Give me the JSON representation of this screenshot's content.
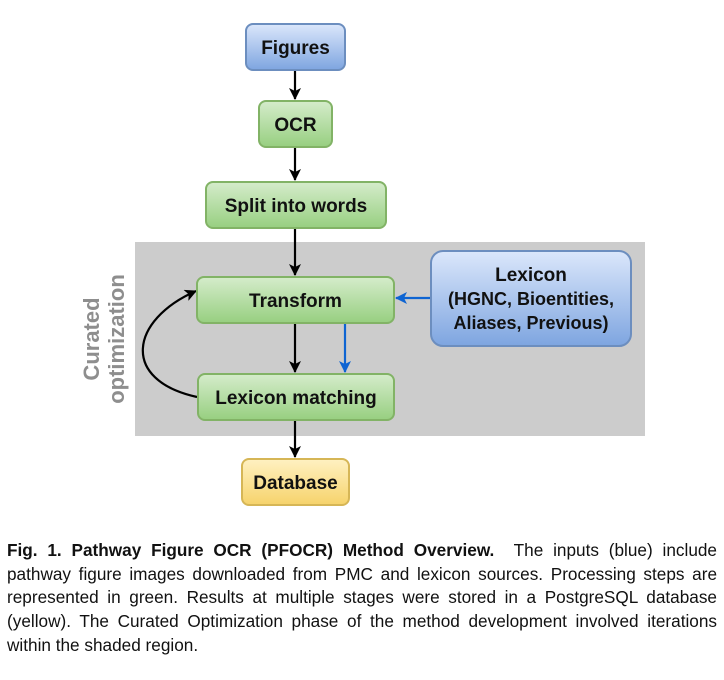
{
  "diagram": {
    "region_label": [
      "Curated",
      "optimization"
    ],
    "colors": {
      "input_fill_top": "#dbe7fb",
      "input_fill_bottom": "#7ea5e0",
      "input_stroke": "#6c8ebf",
      "process_fill_top": "#d5eccb",
      "process_fill_bottom": "#97cf80",
      "process_stroke": "#82b366",
      "output_fill_top": "#fff1c2",
      "output_fill_bottom": "#f6d36b",
      "output_stroke": "#d6b656",
      "shaded_region": "#cccccc",
      "arrow_black": "#000000",
      "arrow_blue": "#0e64d2"
    },
    "nodes": [
      {
        "id": "figures",
        "category": "input",
        "lines": [
          "Figures"
        ]
      },
      {
        "id": "ocr",
        "category": "process",
        "lines": [
          "OCR"
        ]
      },
      {
        "id": "split",
        "category": "process",
        "lines": [
          "Split into words"
        ]
      },
      {
        "id": "transform",
        "category": "process",
        "lines": [
          "Transform"
        ]
      },
      {
        "id": "lexicon",
        "category": "input",
        "lines": [
          "Lexicon",
          "(HGNC, Bioentities,",
          "Aliases, Previous)"
        ]
      },
      {
        "id": "matching",
        "category": "process",
        "lines": [
          "Lexicon matching"
        ]
      },
      {
        "id": "database",
        "category": "output",
        "lines": [
          "Database"
        ]
      }
    ],
    "edges": [
      {
        "from": "figures",
        "to": "ocr",
        "color": "black"
      },
      {
        "from": "ocr",
        "to": "split",
        "color": "black"
      },
      {
        "from": "split",
        "to": "transform",
        "color": "black"
      },
      {
        "from": "lexicon",
        "to": "transform",
        "color": "blue"
      },
      {
        "from": "transform",
        "to": "matching",
        "color": "black"
      },
      {
        "from": "transform",
        "to": "matching",
        "color": "blue",
        "note": "lexicon passes through"
      },
      {
        "from": "matching",
        "to": "transform",
        "color": "black",
        "note": "iteration loop"
      },
      {
        "from": "matching",
        "to": "database",
        "color": "black"
      }
    ]
  },
  "caption": {
    "lead": "Fig. 1. Pathway Figure OCR (PFOCR) Method Overview.",
    "body": "The inputs (blue) include pathway figure images downloaded from PMC and lexicon sources. Processing steps are represented in green. Results at multiple stages were stored in a PostgreSQL database (yellow). The Curated Optimization phase of the method development involved iterations within the shaded region."
  }
}
